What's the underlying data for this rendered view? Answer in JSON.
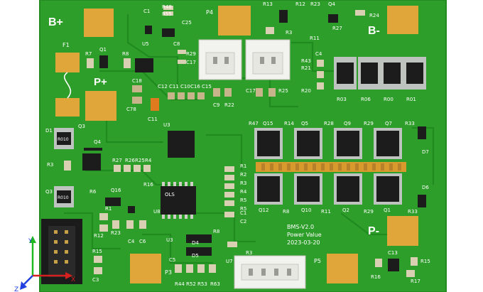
{
  "board": {
    "colors": {
      "pcb": "#2e9e2a",
      "trace": "#1f8a1f",
      "pad": "#e0a63a",
      "chip": "#1c1c1c",
      "silk": "#ffffff"
    },
    "big_labels": {
      "b_plus": "B+",
      "b_minus": "B-",
      "p_plus": "P+",
      "p_minus": "P-"
    },
    "pads": {
      "p3": "P3",
      "p4": "P4",
      "p5": "P5",
      "f1": "F1"
    },
    "info": {
      "name": "BMS-V2.0",
      "subtitle": "Power Value",
      "date": "2023-03-20"
    },
    "chip_markings": {
      "r010_top": "R010",
      "r010_bottom": "R010",
      "u8_mark": "OLS"
    },
    "axis": {
      "y": "Y",
      "x": "X",
      "z": "Z"
    },
    "refs": [
      {
        "t": "C1"
      },
      {
        "t": "R48"
      },
      {
        "t": "R55"
      },
      {
        "t": "C25"
      },
      {
        "t": "C8"
      },
      {
        "t": "U5"
      },
      {
        "t": "R7"
      },
      {
        "t": "Q1"
      },
      {
        "t": "R8"
      },
      {
        "t": "R29"
      },
      {
        "t": "C17"
      },
      {
        "t": "R13"
      },
      {
        "t": "R12"
      },
      {
        "t": "R23"
      },
      {
        "t": "Q4"
      },
      {
        "t": "R24"
      },
      {
        "t": "R3"
      },
      {
        "t": "R11"
      },
      {
        "t": "R27"
      },
      {
        "t": "C4"
      },
      {
        "t": "R43"
      },
      {
        "t": "R21"
      },
      {
        "t": "R20"
      },
      {
        "t": "R03"
      },
      {
        "t": "R06"
      },
      {
        "t": "R00"
      },
      {
        "t": "R01"
      },
      {
        "t": "C12"
      },
      {
        "t": "C11"
      },
      {
        "t": "C10"
      },
      {
        "t": "C16"
      },
      {
        "t": "C15"
      },
      {
        "t": "C9"
      },
      {
        "t": "R22"
      },
      {
        "t": "C17"
      },
      {
        "t": "R25"
      },
      {
        "t": "C18"
      },
      {
        "t": "C78"
      },
      {
        "t": "C11"
      },
      {
        "t": "D1"
      },
      {
        "t": "Q3"
      },
      {
        "t": "Q4"
      },
      {
        "t": "R3"
      },
      {
        "t": "Q3"
      },
      {
        "t": "R6"
      },
      {
        "t": "Q16"
      },
      {
        "t": "R27"
      },
      {
        "t": "R26"
      },
      {
        "t": "R25"
      },
      {
        "t": "R4"
      },
      {
        "t": "R16"
      },
      {
        "t": "U3"
      },
      {
        "t": "U8"
      },
      {
        "t": "R1"
      },
      {
        "t": "R2"
      },
      {
        "t": "R3"
      },
      {
        "t": "R4"
      },
      {
        "t": "R5"
      },
      {
        "t": "R5"
      },
      {
        "t": "C1"
      },
      {
        "t": "C2"
      },
      {
        "t": "R47"
      },
      {
        "t": "Q15"
      },
      {
        "t": "R14"
      },
      {
        "t": "Q5"
      },
      {
        "t": "R28"
      },
      {
        "t": "Q9"
      },
      {
        "t": "R29"
      },
      {
        "t": "Q7"
      },
      {
        "t": "R33"
      },
      {
        "t": "D7"
      },
      {
        "t": "Q12"
      },
      {
        "t": "R8"
      },
      {
        "t": "Q10"
      },
      {
        "t": "R11"
      },
      {
        "t": "Q2"
      },
      {
        "t": "R29"
      },
      {
        "t": "Q1"
      },
      {
        "t": "R33"
      },
      {
        "t": "D6"
      },
      {
        "t": "R1"
      },
      {
        "t": "R12"
      },
      {
        "t": "R23"
      },
      {
        "t": "C4"
      },
      {
        "t": "C6"
      },
      {
        "t": "U3"
      },
      {
        "t": "D4"
      },
      {
        "t": "D5"
      },
      {
        "t": "R8"
      },
      {
        "t": "R3"
      },
      {
        "t": "C5"
      },
      {
        "t": "U7"
      },
      {
        "t": "R44"
      },
      {
        "t": "R52"
      },
      {
        "t": "R53"
      },
      {
        "t": "R63"
      },
      {
        "t": "R15"
      },
      {
        "t": "C3"
      },
      {
        "t": "C13"
      },
      {
        "t": "R15"
      },
      {
        "t": "R16"
      },
      {
        "t": "R17"
      }
    ]
  }
}
